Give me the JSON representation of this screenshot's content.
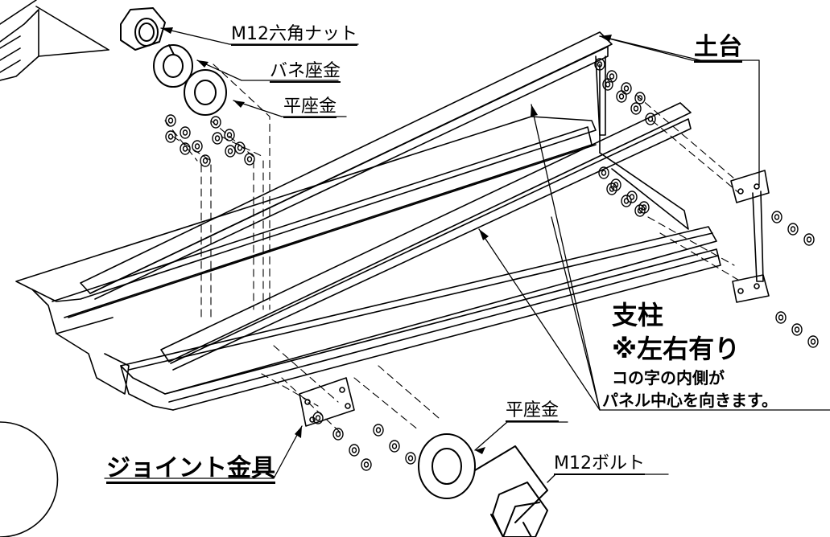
{
  "labels": {
    "hex_nut": "M12六角ナット",
    "spring_washer": "バネ座金",
    "flat_washer_top": "平座金",
    "base": "土台",
    "post": "支柱",
    "both_sides": "※左右有り",
    "note_line1": "コの字の内側が",
    "note_line2": "パネル中心を向きます。",
    "joint_bracket": "ジョイント金具",
    "flat_washer_bottom": "平座金",
    "bolt": "M12ボルト"
  }
}
